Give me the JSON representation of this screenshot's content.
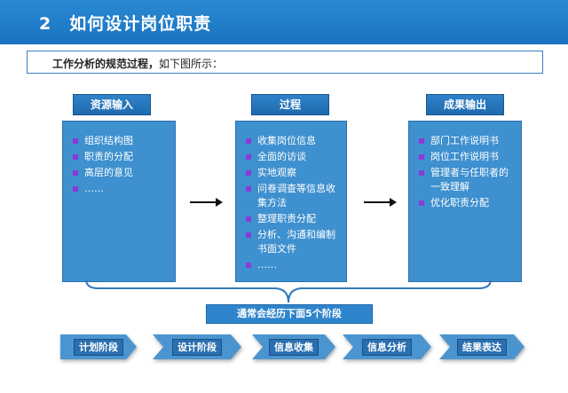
{
  "header": {
    "title": "2　如何设计岗位职责"
  },
  "subtitle": {
    "bold": "工作分析的规范过程，",
    "normal": "如下图所示："
  },
  "columns": [
    {
      "title": "资源输入",
      "items": [
        "组织结构图",
        "职责的分配",
        "高层的意见",
        "……"
      ]
    },
    {
      "title": "过程",
      "items": [
        "收集岗位信息",
        "全面的访谈",
        "实地观察",
        "问卷调查等信息收集方法",
        "整理职责分配",
        "分析、沟通和编制书面文件",
        "……"
      ]
    },
    {
      "title": "成果输出",
      "items": [
        "部门工作说明书",
        "岗位工作说明书",
        "管理者与任职者的一致理解",
        "优化职责分配"
      ]
    }
  ],
  "summary": "通常会经历下面5个阶段",
  "stages": [
    "计划阶段",
    "设计阶段",
    "信息收集",
    "信息分析",
    "结果表达"
  ],
  "colors": {
    "header": "#1a73c0",
    "box": "#3e90cf",
    "bullet": "#8a3bd6",
    "stage": "#4a95d0"
  }
}
